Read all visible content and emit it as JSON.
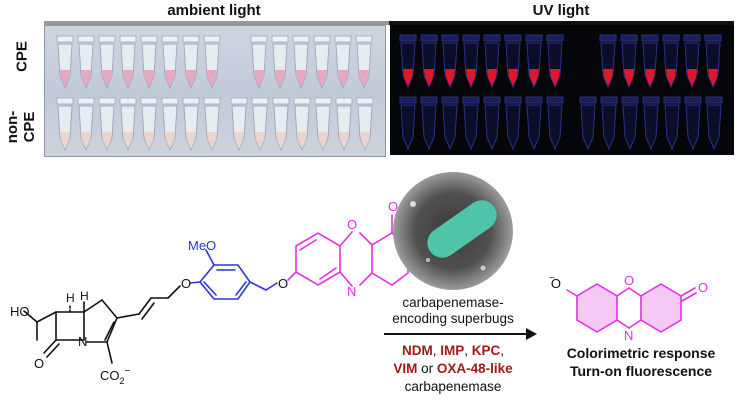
{
  "panel_headers": {
    "ambient": "ambient light",
    "uv": "UV light"
  },
  "row_labels": {
    "cpe": "CPE",
    "non_cpe_line1": "non-",
    "non_cpe_line2": "CPE"
  },
  "colors": {
    "pink_tube": "#e8a7c4",
    "uv_glow": "#e0162b",
    "magenta": "#e62ee6",
    "blue": "#2a35d8",
    "enzyme_red": "#a11a1a"
  },
  "molecule": {
    "ho": "HO",
    "h1": "H",
    "h2": "H",
    "n": "N",
    "o_carbonyl": "O",
    "meo": "MeO",
    "o_ether1": "O",
    "o_ether2": "O",
    "co2": "CO",
    "co2_sub": "2",
    "co2_sup": "−",
    "phenox_o_ring": "O",
    "phenox_n_ring": "N",
    "phenox_o_keto": "O"
  },
  "conditions": {
    "line1": "carbapenemase-",
    "line2": "encoding superbugs",
    "enzymes_line1": [
      {
        "name": "NDM",
        "sep": ", "
      },
      {
        "name": "IMP",
        "sep": ", "
      },
      {
        "name": "KPC",
        "sep": ","
      }
    ],
    "enzymes_line2_a": "VIM",
    "enzymes_line2_or": " or ",
    "enzymes_line2_b": "OXA-48-like",
    "line4": "carbapenemase"
  },
  "product": {
    "o_minus": "O",
    "minus": "−",
    "o_ring": "O",
    "n_ring": "N",
    "o_keto": "O"
  },
  "result": {
    "line1": "Colorimetric response",
    "line2": "Turn-on fluorescence"
  }
}
